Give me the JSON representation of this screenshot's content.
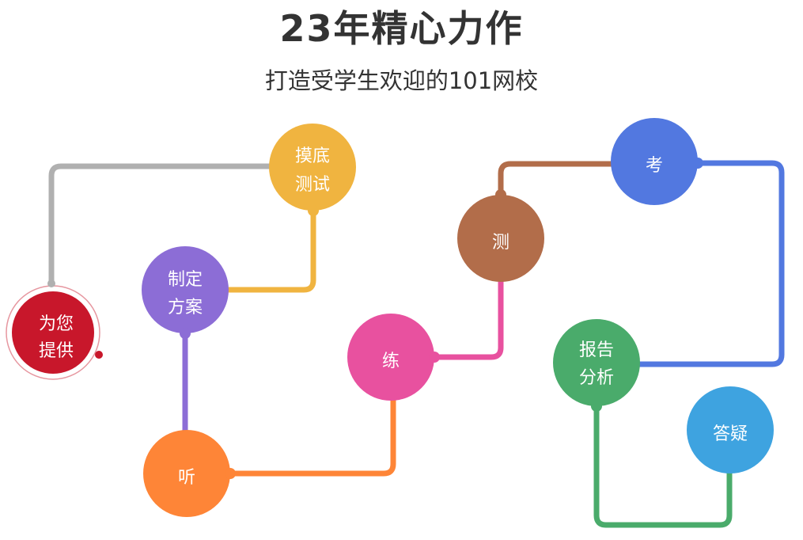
{
  "header": {
    "title": "23年精心力作",
    "subtitle": "打造受学生欢迎的101网校"
  },
  "colors": {
    "start": "#c8172b",
    "gray_line": "#b0b0b0",
    "yellow": "#f0b440",
    "purple": "#8c6dd6",
    "orange": "#fe8537",
    "pink": "#e8519f",
    "brown": "#b26d4a",
    "blue": "#5278e0",
    "green": "#4aab6b",
    "lightblue": "#3ea3e0"
  },
  "nodes": {
    "start": {
      "line1": "为您",
      "line2": "提供"
    },
    "mock_test": {
      "line1": "摸底",
      "line2": "测试"
    },
    "plan": {
      "line1": "制定",
      "line2": "方案"
    },
    "listen": {
      "label": "听"
    },
    "practice": {
      "label": "练"
    },
    "test": {
      "label": "测"
    },
    "exam": {
      "label": "考"
    },
    "report": {
      "line1": "报告",
      "line2": "分析"
    },
    "qa": {
      "label": "答疑"
    }
  }
}
